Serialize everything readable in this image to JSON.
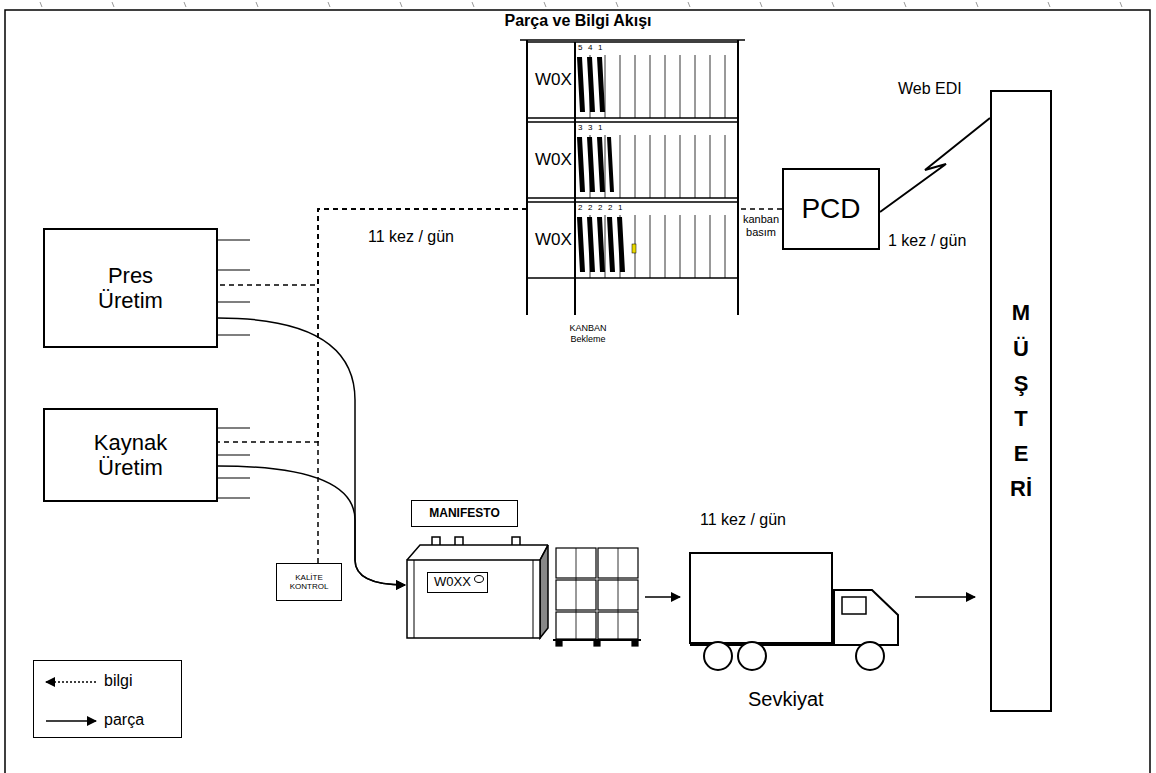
{
  "diagram": {
    "title": "Parça ve Bilgi Akışı",
    "nodes": [
      {
        "text": [
          "KANBAN Bekleme"
        ]
      },
      {
        "text": [
          "W0X"
        ],
        "in": 0
      },
      {
        "text": [
          "W0X"
        ],
        "in": 0
      },
      {
        "text": [
          "W0X"
        ],
        "in": 0
      },
      {
        "text": [
          "PCD"
        ]
      },
      {
        "text": [
          "MÜŞTERİ"
        ]
      },
      {
        "text": [
          "Pres Üretim"
        ]
      },
      {
        "text": [
          "Kaynak Üretim"
        ]
      },
      {
        "text": [
          "MANIFESTO"
        ]
      },
      {
        "text": [
          "KALİTE KONTROL"
        ]
      },
      {
        "text": [
          "W0XX"
        ]
      }
    ],
    "edges": [
      {
        "from": 5,
        "to": 4,
        "label": "Web EDI",
        "arrow": "none"
      },
      {
        "from": 4,
        "to": 0,
        "label": "kanban basım",
        "arrow": "none"
      },
      {
        "from": 0,
        "to": 6,
        "arrow": "none"
      },
      {
        "from": 0,
        "to": 7,
        "arrow": "none"
      },
      {
        "from": 0,
        "to": 9,
        "arrow": "none"
      },
      {
        "from": 6,
        "to": 10,
        "arrow": "to"
      },
      {
        "from": 7,
        "to": 10,
        "arrow": "to"
      }
    ],
    "labels": [
      "5",
      "4",
      "1",
      "3",
      "3",
      "1",
      "2",
      "2",
      "2",
      "2",
      "1",
      "11 kez / gün",
      "1 kez / gün",
      "11 kez / gün",
      "Sevkiyat"
    ],
    "legend": [
      {
        "text": "bilgi"
      },
      {
        "text": "parça"
      }
    ]
  }
}
